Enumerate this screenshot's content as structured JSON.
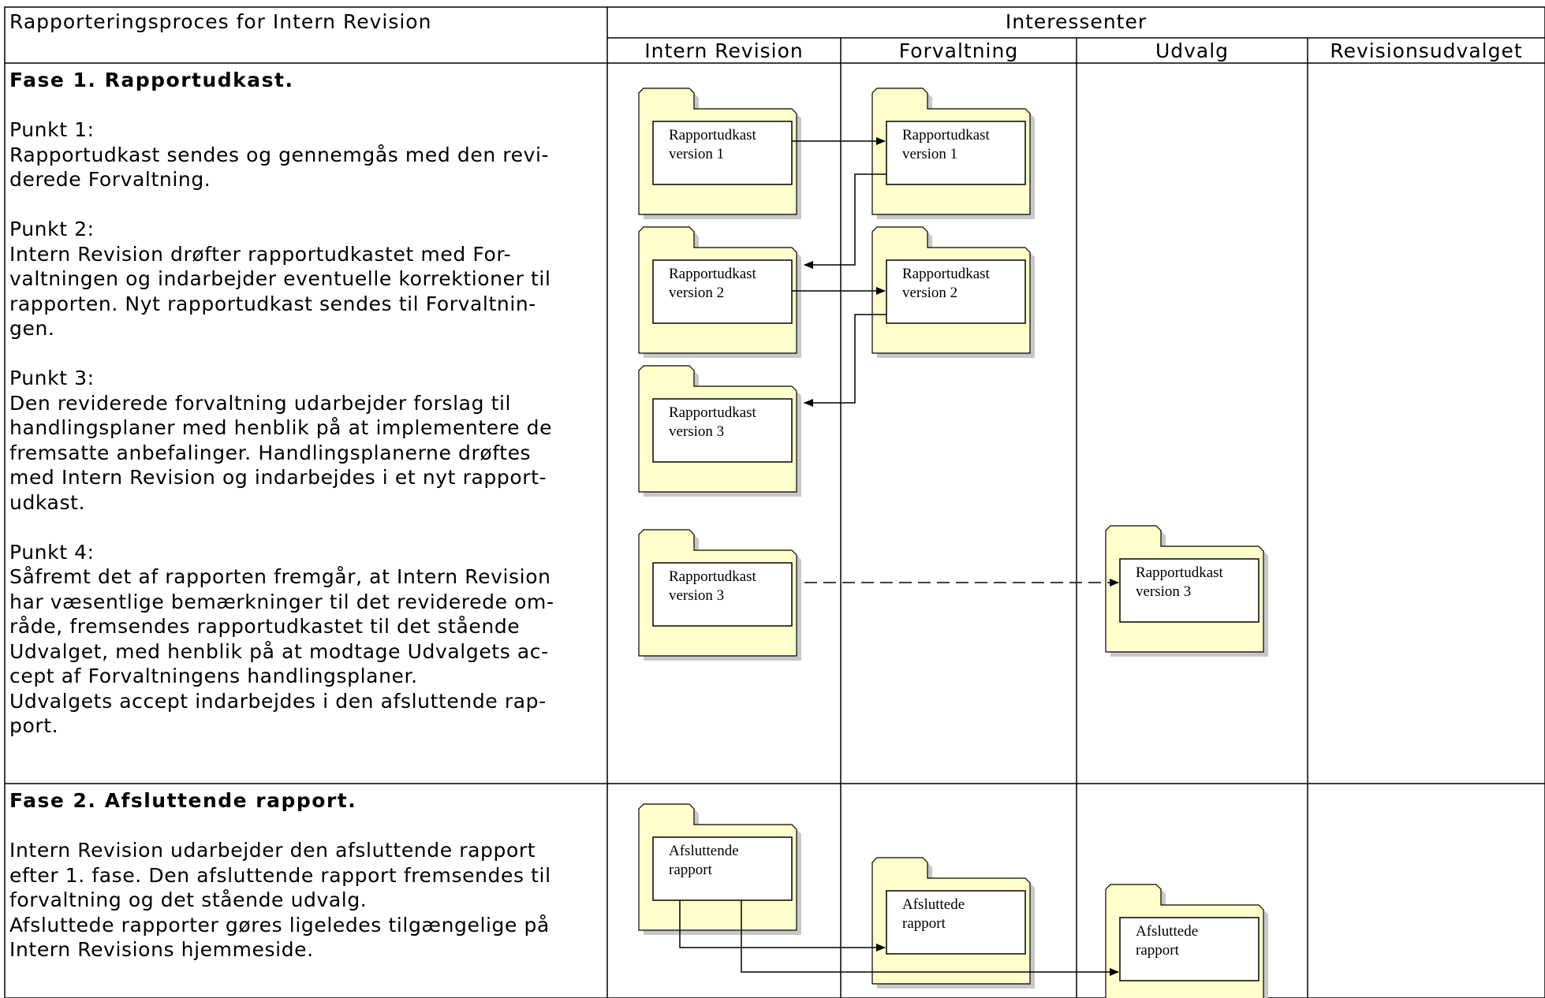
{
  "table": {
    "process_title": "Rapporteringsproces for Intern Revision",
    "stakeholders_header": "Interessenter",
    "columns": [
      "Intern Revision",
      "Forvaltning",
      "Udvalg",
      "Revisionsudvalget"
    ]
  },
  "phase1": {
    "title": "Fase 1. Rapportudkast.",
    "points": [
      {
        "label": "Punkt 1:",
        "lines": [
          "Rapportudkast sendes og gennemgås med den revi-",
          "derede Forvaltning."
        ]
      },
      {
        "label": "Punkt 2:",
        "lines": [
          "Intern Revision drøfter rapportudkastet med For-",
          "valtningen og indarbejder eventuelle korrektioner til",
          "rapporten. Nyt rapportudkast sendes til Forvaltnin-",
          "gen."
        ]
      },
      {
        "label": "Punkt 3:",
        "lines": [
          "Den reviderede forvaltning udarbejder forslag til",
          "handlingsplaner med henblik på at implementere de",
          "fremsatte anbefalinger. Handlingsplanerne drøftes",
          "med Intern Revision og indarbejdes i et nyt rapport-",
          "udkast."
        ]
      },
      {
        "label": "Punkt 4:",
        "lines": [
          "Såfremt det af rapporten fremgår, at Intern Revision",
          "har væsentlige bemærkninger til det reviderede om-",
          "råde, fremsendes rapportudkastet til det stående",
          "Udvalget, med henblik på at modtage Udvalgets ac-",
          "cept af Forvaltningens handlingsplaner.",
          "Udvalgets accept indarbejdes i den afsluttende rap-",
          "port."
        ]
      }
    ]
  },
  "phase2": {
    "title": "Fase 2. Afsluttende rapport.",
    "lines": [
      "Intern Revision udarbejder den afsluttende rapport",
      "efter 1. fase. Den afsluttende rapport fremsendes til",
      "forvaltning og det stående udvalg.",
      "Afsluttede rapporter gøres ligeledes tilgængelige på",
      "Intern Revisions hjemmeside."
    ]
  },
  "documents": {
    "ir_v1": [
      "Rapportudkast",
      "version 1"
    ],
    "fv_v1": [
      "Rapportudkast",
      "version 1"
    ],
    "ir_v2": [
      "Rapportudkast",
      "version 2"
    ],
    "fv_v2": [
      "Rapportudkast",
      "version 2"
    ],
    "ir_v3": [
      "Rapportudkast",
      "version 3"
    ],
    "ir_v3b": [
      "Rapportudkast",
      "version 3"
    ],
    "ud_v3": [
      "Rapportudkast",
      "version 3"
    ],
    "ir_final": [
      "Afsluttende",
      "rapport"
    ],
    "fv_final": [
      "Afsluttede",
      "rapport"
    ],
    "ud_final": [
      "Afsluttede",
      "rapport"
    ]
  },
  "colors": {
    "folder_fill": "#ffffcc",
    "folder_shadow": "#c8c8c8",
    "line": "#000000"
  }
}
